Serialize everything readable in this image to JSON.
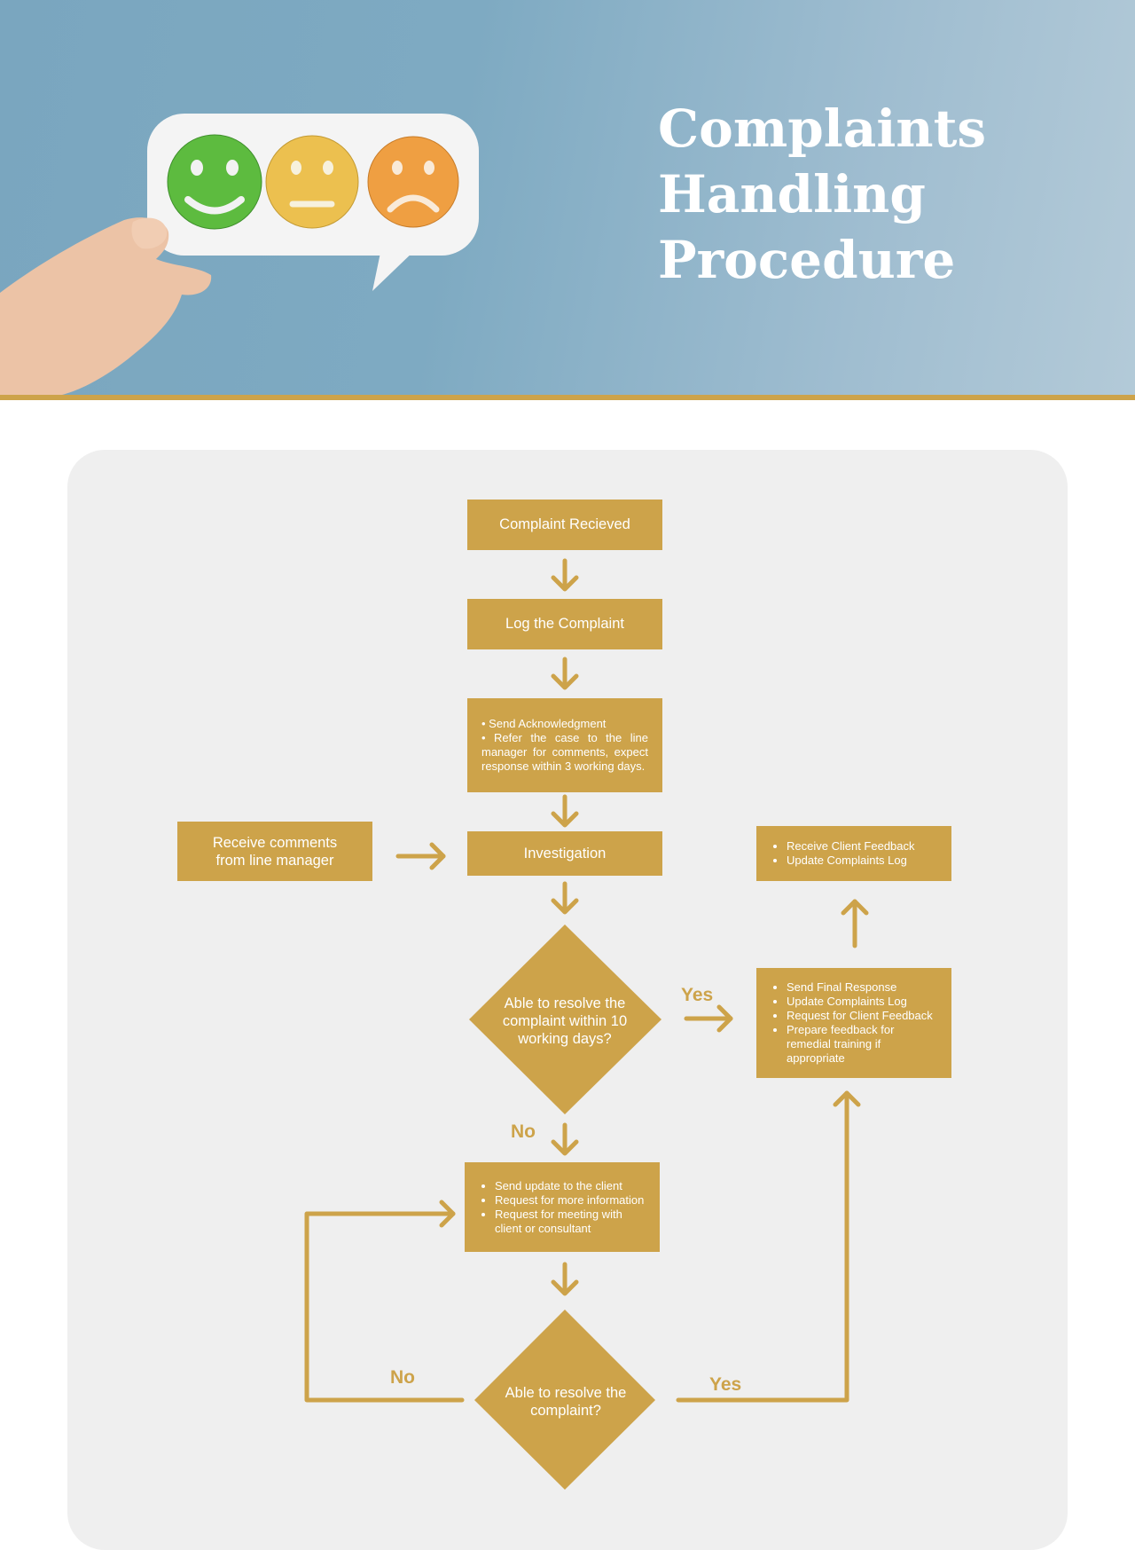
{
  "header": {
    "title_lines": [
      "Complaints",
      "Handling",
      "Procedure"
    ]
  },
  "colors": {
    "accent": "#cda34a",
    "panel": "#efefef",
    "hero": "#7eaac2"
  },
  "icons": [
    "happy-face-icon",
    "neutral-face-icon",
    "sad-face-icon"
  ],
  "flow": {
    "complaint_received": "Complaint Recieved",
    "log_complaint": "Log the Complaint",
    "ack_lines": [
      "• Send Acknowledgment",
      "• Refer the case to the line manager for comments, expect response within 3 working days."
    ],
    "investigation": "Investigation",
    "receive_comments": "Receive comments from line manager",
    "decision1": "Able to resolve the complaint within 10 working days?",
    "yes1": "Yes",
    "no1": "No",
    "final_response": [
      "Send Final Response",
      "Update Complaints Log",
      "Request for Client Feedback",
      "Prepare feedback for remedial training if appropriate"
    ],
    "client_feedback": [
      "Receive Client Feedback",
      "Update Complaints Log"
    ],
    "update_client": [
      "Send update to the client",
      "Request for more information",
      "Request for meeting with client or consultant"
    ],
    "decision2": "Able to resolve the complaint?",
    "no2": "No",
    "yes2": "Yes"
  }
}
